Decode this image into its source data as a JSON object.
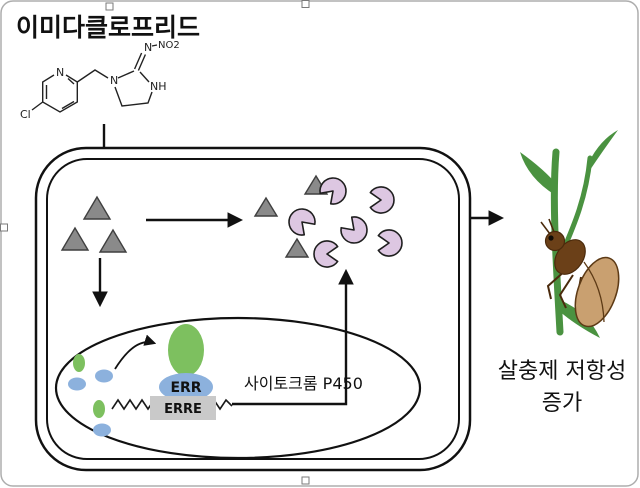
{
  "title": "이미다클로프리드",
  "molecule": {
    "pyridine_n": "N",
    "chlorine": "Cl",
    "ring_n": "N",
    "ring_nh": "NH",
    "imine_n": "N",
    "nitro_group": "NO2"
  },
  "nucleus": {
    "err_label": "ERR",
    "erre_label": "ERRE",
    "p450_label": "사이토크롬 P450"
  },
  "outcome": {
    "line1": "살충제 저항성",
    "line2": "증가"
  },
  "colors": {
    "insecticide_triangle": "#8a8a8a",
    "enzyme_pink": "#ddc7e2",
    "protein_green": "#7dc05f",
    "protein_blue": "#8cb1dd",
    "erre_box_gray": "#c9c9c9",
    "plant_green": "#4a9240",
    "insect_brown_dark": "#6b4018",
    "insect_brown_light": "#c9a070"
  }
}
